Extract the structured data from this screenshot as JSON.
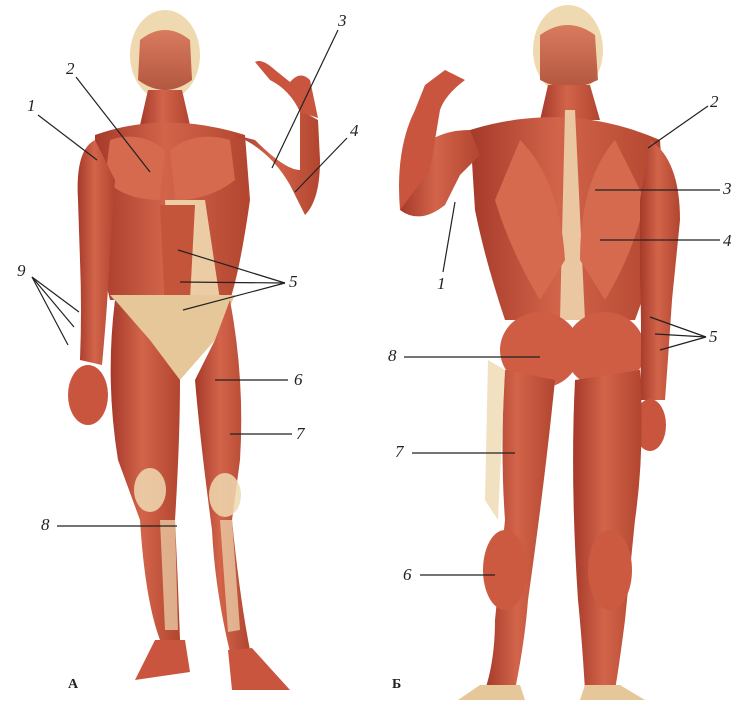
{
  "front_figure": {
    "panel_letter": "А",
    "labels": [
      "1",
      "2",
      "3",
      "4",
      "5",
      "6",
      "7",
      "8",
      "9"
    ]
  },
  "back_figure": {
    "panel_letter": "Б",
    "labels": [
      "1",
      "2",
      "3",
      "4",
      "5",
      "6",
      "7",
      "8"
    ]
  },
  "colors": {
    "muscle": "#c9553f",
    "muscle_dark": "#a63a2a",
    "muscle_light": "#e07a60",
    "tendon": "#efd9b0",
    "leader_line": "#222222"
  }
}
